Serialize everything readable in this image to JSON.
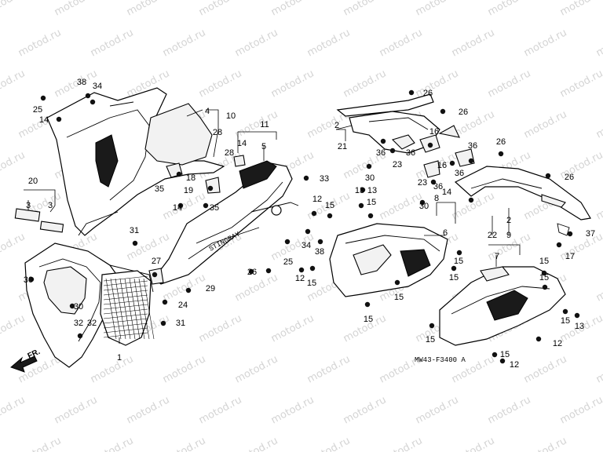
{
  "diagram": {
    "code": "MW43-F3400 A",
    "front_arrow_label": "FR.",
    "watermark_text": "motod.ru",
    "labels": {
      "p1": "1",
      "p2a": "2",
      "p2b": "2",
      "p3a": "3",
      "p3b": "3",
      "p4": "4",
      "p5": "5",
      "p6": "6",
      "p7": "7",
      "p8": "8",
      "p9": "9",
      "p10": "10",
      "p11": "11",
      "p12a": "12",
      "p12b": "12",
      "p12c": "12",
      "p12d": "12",
      "p13a": "13",
      "p13b": "13",
      "p13c": "13",
      "p14a": "14",
      "p14b": "14",
      "p14c": "14",
      "p14d": "14",
      "p15a": "15",
      "p15b": "15",
      "p15c": "15",
      "p15d": "15",
      "p15e": "15",
      "p15f": "15",
      "p15g": "15",
      "p15h": "15",
      "p15i": "15",
      "p15j": "15",
      "p15k": "15",
      "p15l": "15",
      "p16a": "16",
      "p16b": "16",
      "p17": "17",
      "p18": "18",
      "p19": "19",
      "p20": "20",
      "p21": "21",
      "p22": "22",
      "p23a": "23",
      "p23b": "23",
      "p24": "24",
      "p25a": "25",
      "p25b": "25",
      "p26a": "26",
      "p26b": "26",
      "p26c": "26",
      "p26d": "26",
      "p26e": "26",
      "p27": "27",
      "p28a": "28",
      "p28b": "28",
      "p29": "29",
      "p30a": "30",
      "p30b": "30",
      "p30c": "30",
      "p31a": "31",
      "p31b": "31",
      "p32a": "32",
      "p32b": "32",
      "p33": "33",
      "p34a": "34",
      "p34b": "34",
      "p35a": "35",
      "p35b": "35",
      "p36a": "36",
      "p36b": "36",
      "p36c": "36",
      "p36d": "36",
      "p36e": "36",
      "p37": "37",
      "p38a": "38",
      "p38b": "38"
    }
  },
  "colors": {
    "line": "#000000",
    "watermark": "#d4d4d4",
    "background": "#ffffff"
  }
}
